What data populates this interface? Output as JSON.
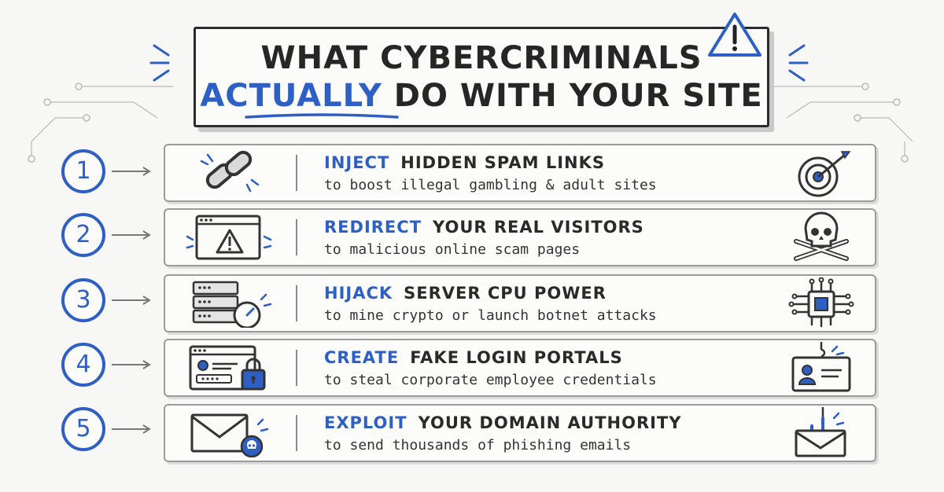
{
  "title": {
    "line1": "WHAT CYBERCRIMINALS",
    "line2_accent": "ACTUALLY",
    "line2_rest": "DO WITH YOUR SITE"
  },
  "items": [
    {
      "number": "1",
      "verb": "INJECT",
      "rest": "HIDDEN SPAM LINKS",
      "desc": "to boost illegal gambling & adult sites",
      "left_icon": "chain-link-icon",
      "right_icon": "target-icon"
    },
    {
      "number": "2",
      "verb": "REDIRECT",
      "rest": "YOUR REAL VISITORS",
      "desc": "to malicious online scam pages",
      "left_icon": "browser-warning-icon",
      "right_icon": "skull-crossbones-icon"
    },
    {
      "number": "3",
      "verb": "HIJACK",
      "rest": "SERVER CPU POWER",
      "desc": "to mine crypto or launch botnet attacks",
      "left_icon": "server-gauge-icon",
      "right_icon": "cpu-chip-icon"
    },
    {
      "number": "4",
      "verb": "CREATE",
      "rest": "FAKE LOGIN PORTALS",
      "desc": "to steal corporate employee credentials",
      "left_icon": "login-lock-icon",
      "right_icon": "id-badge-icon"
    },
    {
      "number": "5",
      "verb": "EXPLOIT",
      "rest": "YOUR DOMAIN AUTHORITY",
      "desc": "to send thousands of phishing emails",
      "left_icon": "email-skull-icon",
      "right_icon": "phishing-hook-icon"
    }
  ],
  "colors": {
    "accent": "#2d5fc4",
    "ink": "#2a2a2a",
    "border": "#9b9b9b"
  }
}
